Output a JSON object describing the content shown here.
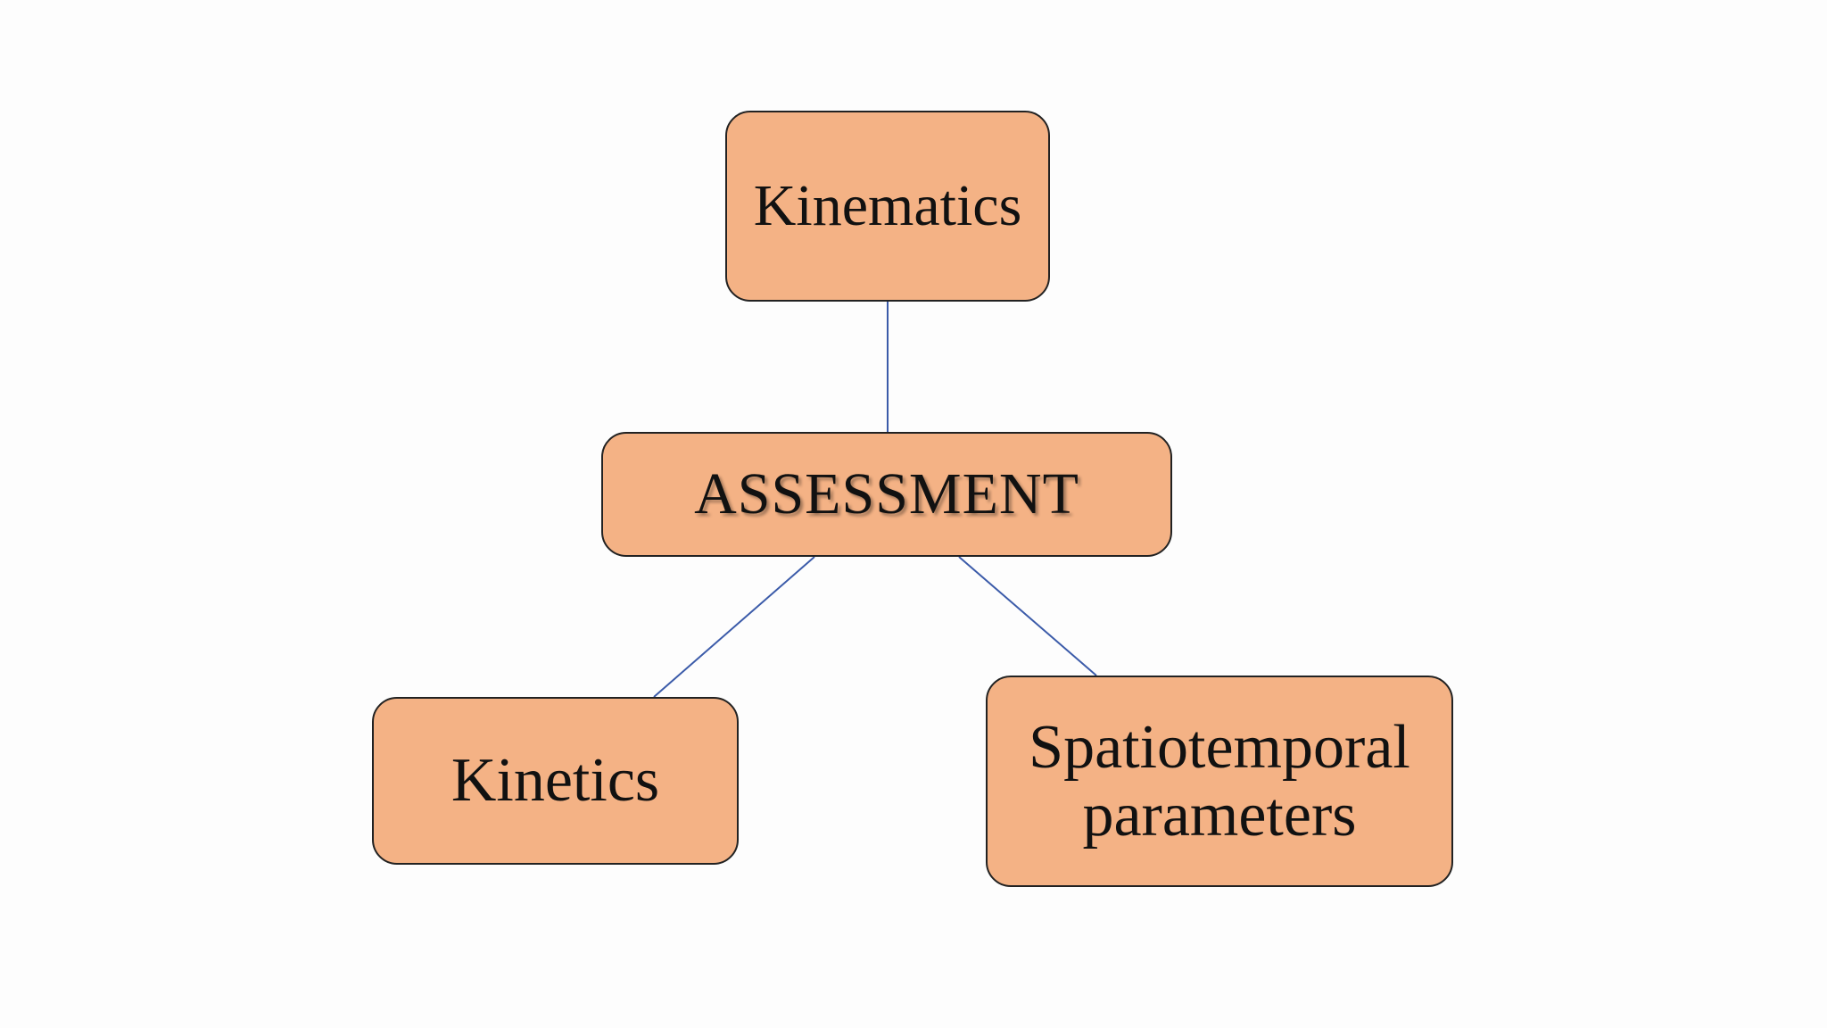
{
  "diagram": {
    "nodes": {
      "kinematics": "Kinematics",
      "assessment": "ASSESSMENT",
      "kinetics": "Kinetics",
      "spatiotemporal": "Spatiotemporal parameters"
    },
    "edges": [
      {
        "from": "assessment",
        "to": "kinematics"
      },
      {
        "from": "assessment",
        "to": "kinetics"
      },
      {
        "from": "assessment",
        "to": "spatiotemporal"
      }
    ],
    "colors": {
      "node_fill": "#f4b285",
      "node_border": "#222222",
      "connector": "#3b5ba9",
      "background": "#fdfdfd"
    }
  }
}
